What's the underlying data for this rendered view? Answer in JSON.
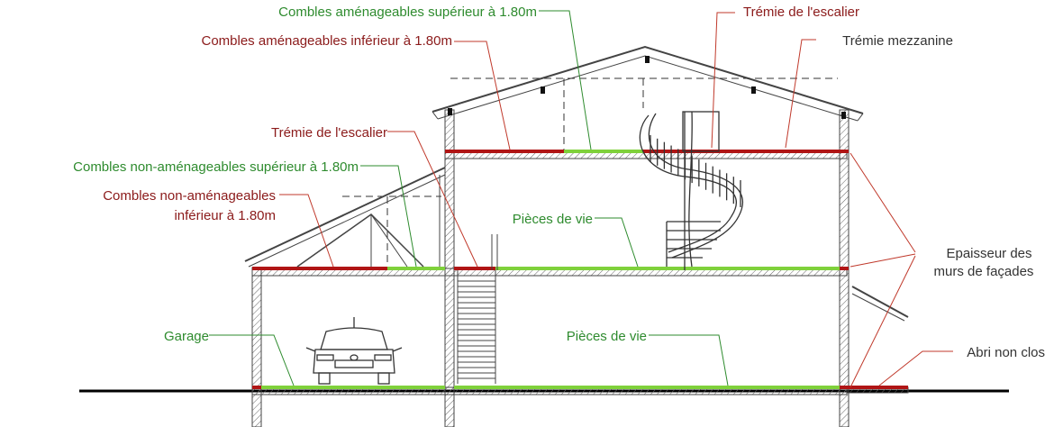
{
  "colors": {
    "green_label": "#2e8b2e",
    "red_label": "#8b1a1a",
    "green_floor": "#7fd13b",
    "red_floor": "#b01515",
    "wall": "#444444",
    "leader": "#c0392b",
    "leader_green": "#2e8b2e"
  },
  "labels": {
    "combles_amenageables_sup": "Combles aménageables supérieur à 1.80m",
    "combles_amenageables_inf": "Combles aménageables inférieur à 1.80m",
    "tremie_escalier_top": "Trémie de l'escalier",
    "tremie_mezzanine": "Trémie mezzanine",
    "tremie_escalier_mid": "Trémie de l'escalier",
    "combles_non_amenageables_sup": "Combles non-aménageables supérieur à 1.80m",
    "combles_non_amenageables_inf_line1": "Combles non-aménageables",
    "combles_non_amenageables_inf_line2": "inférieur à 1.80m",
    "pieces_de_vie_upper": "Pièces de vie",
    "pieces_de_vie_lower": "Pièces de vie",
    "garage": "Garage",
    "epaisseur_line1": "Epaisseur des",
    "epaisseur_line2": "murs de façades",
    "abri_non_clos": "Abri non clos"
  }
}
